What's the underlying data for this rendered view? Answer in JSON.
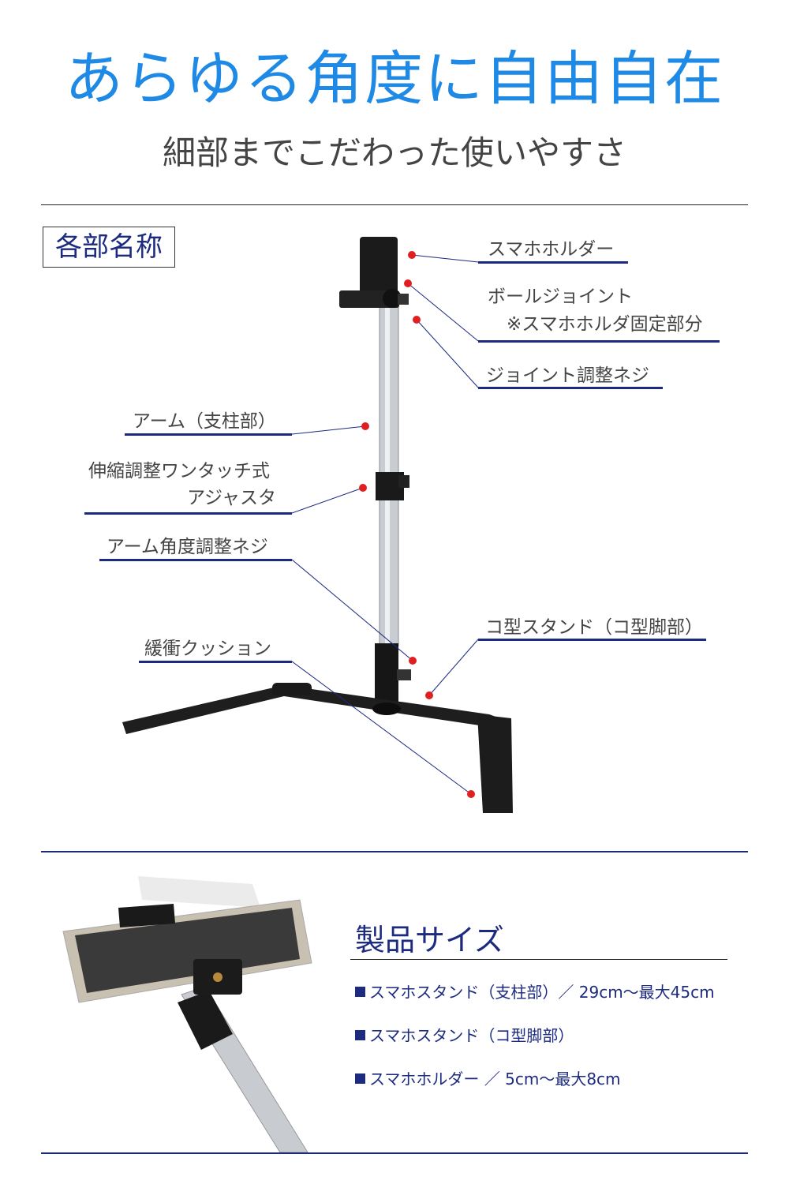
{
  "header": {
    "title": "あらゆる角度に自由自在",
    "subtitle": "細部までこだわった使いやすさ"
  },
  "parts": {
    "heading": "各部名称",
    "labels": {
      "phone_holder": "スマホホルダー",
      "ball_joint": "ボールジョイント",
      "ball_joint_note": "※スマホホルダ固定部分",
      "joint_screw": "ジョイント調整ネジ",
      "arm": "アーム（支柱部）",
      "adjuster_line1": "伸縮調整ワンタッチ式",
      "adjuster_line2": "アジャスタ",
      "arm_angle_screw": "アーム角度調整ネジ",
      "cushion": "緩衝クッション",
      "base": "コ型スタンド（コ型脚部）"
    },
    "accent_color": "#1c2a80",
    "dot_color": "#e02020"
  },
  "size": {
    "heading": "製品サイズ",
    "specs": [
      "スマホスタンド（支柱部）／ 29cm〜最大45cm",
      "スマホスタンド（コ型脚部）",
      "スマホホルダー ／ 5cm〜最大8cm"
    ]
  }
}
